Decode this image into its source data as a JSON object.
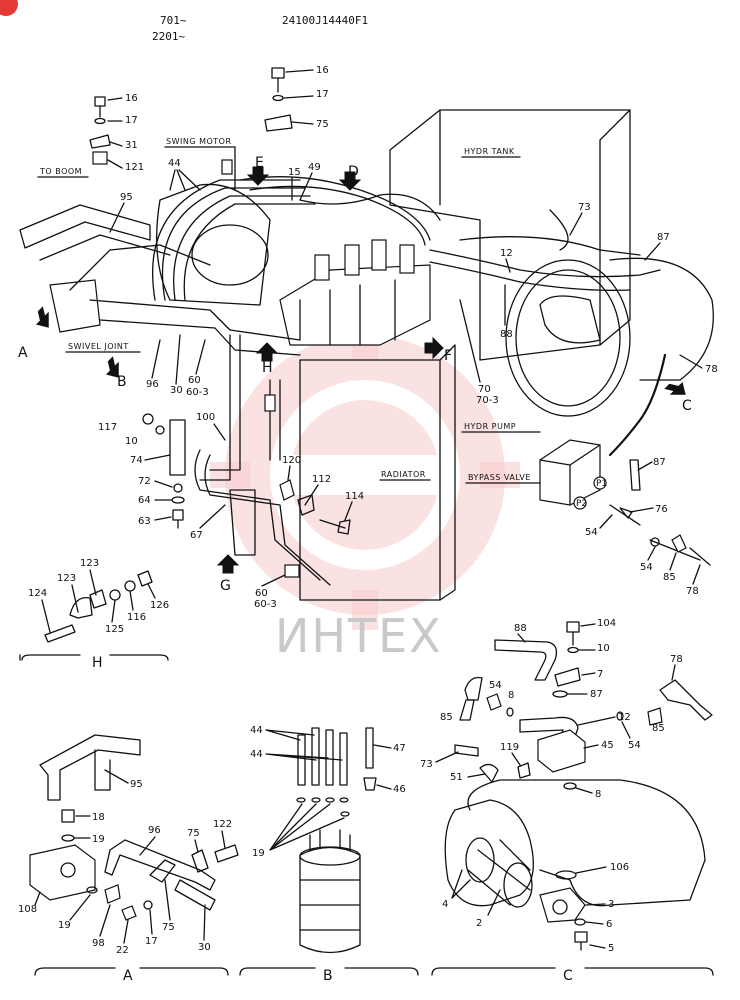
{
  "header": {
    "serial_line1": "701~",
    "serial_line2": "2201~",
    "part_code": "24100J14440F1"
  },
  "watermark": {
    "text": "ИНТЕХ",
    "color": "#e85c5c"
  },
  "badge": {
    "color": "#e53935"
  },
  "component_labels": {
    "swing_motor": "SWING MOTOR",
    "to_boom": "TO BOOM",
    "swivel_joint": "SWIVEL JOINT",
    "hydr_tank": "HYDR TANK",
    "hydr_pump": "HYDR PUMP",
    "radiator": "RADIATOR",
    "bypass_valve": "BYPASS VALVE"
  },
  "view_letters": {
    "A": "A",
    "B": "B",
    "C": "C",
    "D": "D",
    "E": "E",
    "F": "F",
    "G": "G",
    "H": "H"
  },
  "detail_sections": {
    "H": "H",
    "A": "A",
    "B": "B",
    "C": "C"
  },
  "part_numbers": {
    "main": [
      "16",
      "17",
      "31",
      "121",
      "16",
      "17",
      "75",
      "44",
      "15",
      "49",
      "95",
      "73",
      "12",
      "87",
      "88",
      "78",
      "70",
      "70-3",
      "96",
      "30",
      "60",
      "60-3",
      "100",
      "117",
      "10",
      "74",
      "72",
      "64",
      "63",
      "67",
      "120",
      "112",
      "114",
      "87",
      "76",
      "54",
      "54",
      "85",
      "78",
      "60",
      "60-3"
    ],
    "pump_port_labels": [
      "P1",
      "P2"
    ],
    "detail_h": [
      "124",
      "123",
      "123",
      "125",
      "116",
      "126"
    ],
    "detail_a": [
      "95",
      "18",
      "19",
      "108",
      "19",
      "98",
      "22",
      "17",
      "75",
      "30",
      "96",
      "75",
      "122"
    ],
    "detail_b": [
      "44",
      "44",
      "47",
      "46",
      "19"
    ],
    "detail_c": [
      "88",
      "104",
      "10",
      "7",
      "85",
      "54",
      "8",
      "87",
      "12",
      "78",
      "85",
      "73",
      "119",
      "45",
      "54",
      "51",
      "8",
      "4",
      "2",
      "106",
      "3",
      "6",
      "5"
    ]
  }
}
